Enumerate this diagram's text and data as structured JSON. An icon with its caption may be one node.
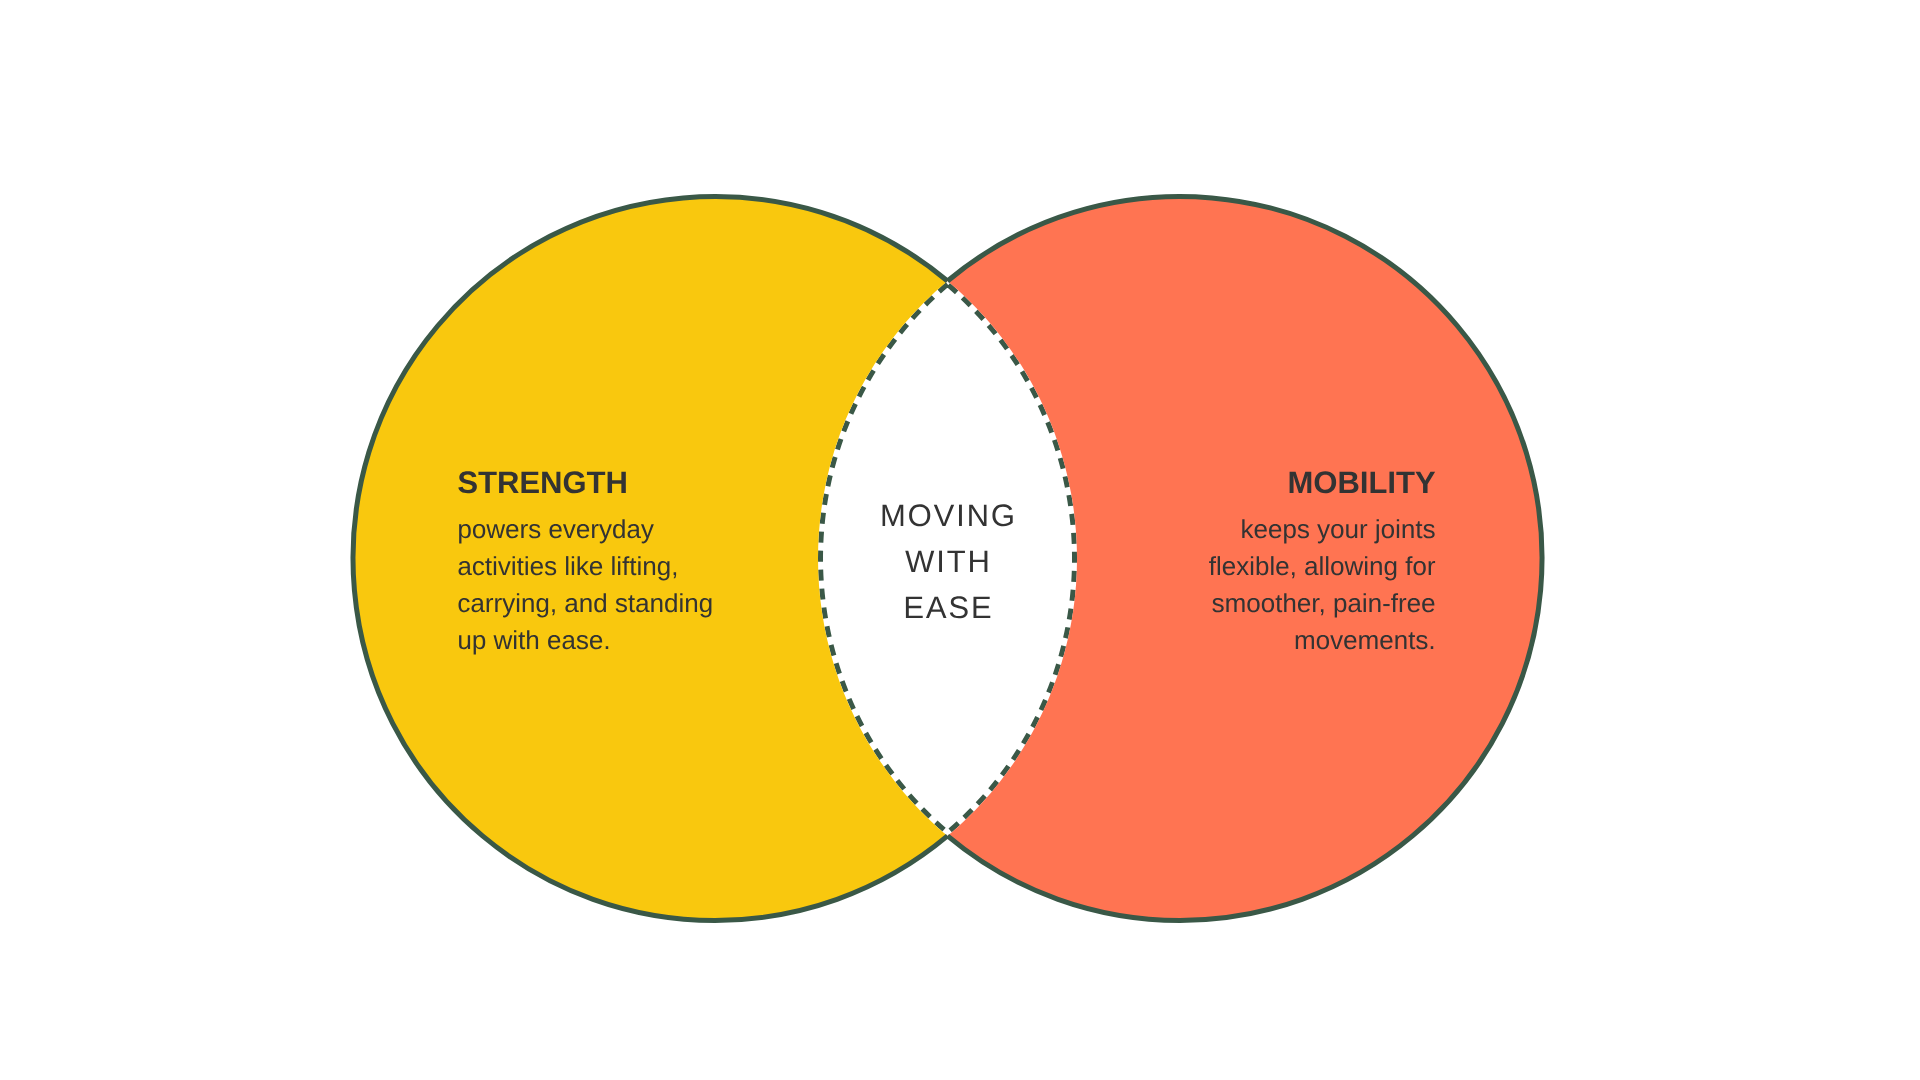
{
  "diagram": {
    "nodes": [
      {
        "text": [
          "STRENGTH",
          "powers everyday activities like lifting, carrying, and standing up with ease."
        ]
      },
      {
        "text": [
          "MOBILITY",
          "keeps your joints flexible, allowing for smoother, pain-free movements."
        ]
      },
      {
        "text": [
          "MOVING WITH EASE"
        ]
      }
    ]
  }
}
